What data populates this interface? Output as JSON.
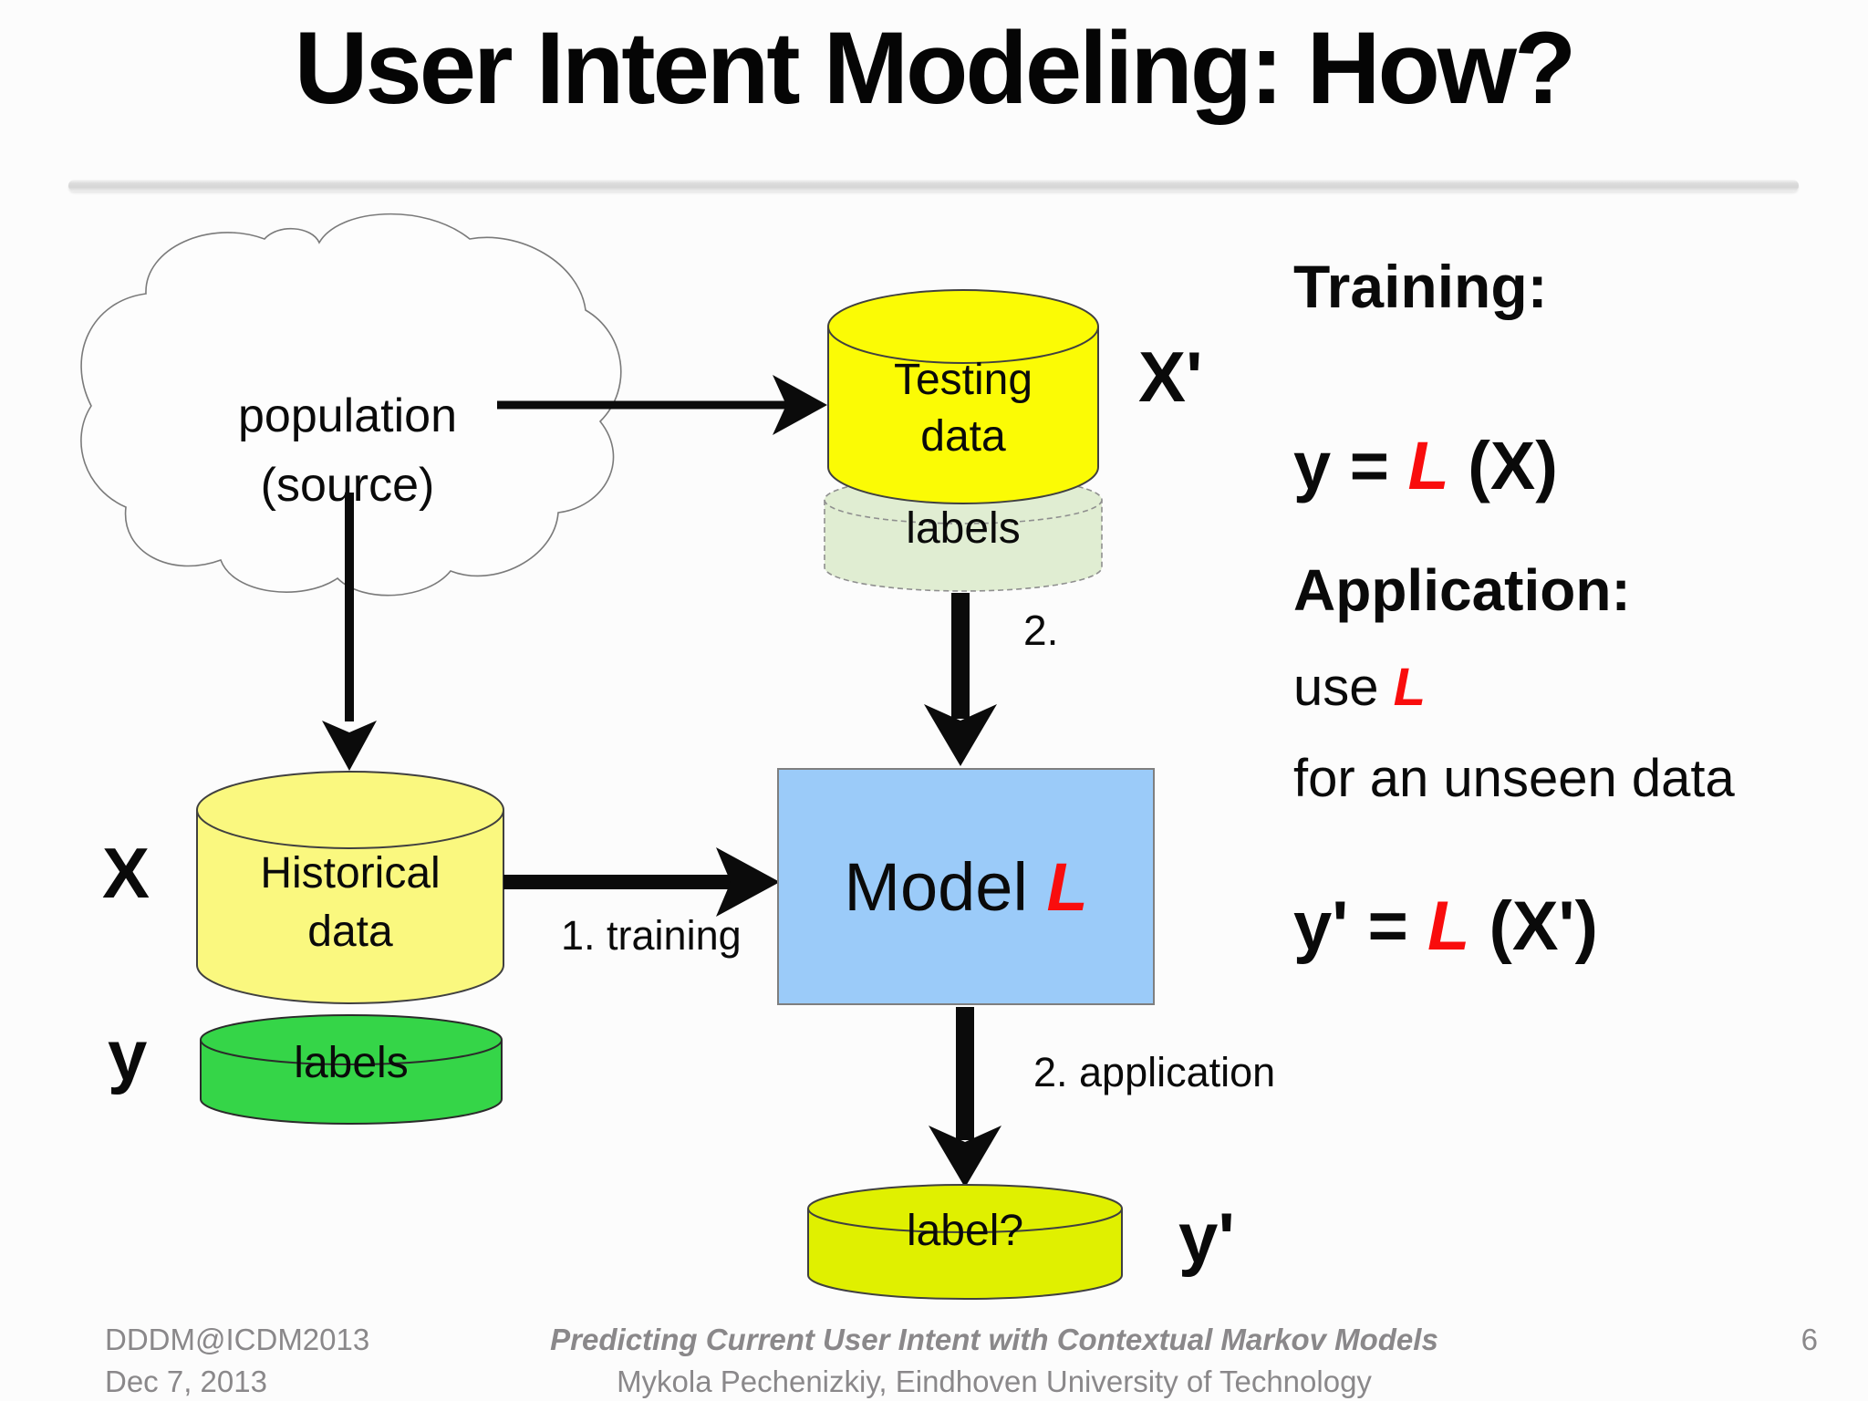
{
  "slide": {
    "title": "User Intent Modeling: How?"
  },
  "diagram": {
    "cloud_line1": "population",
    "cloud_line2": "(source)",
    "testing_line1": "Testing",
    "testing_line2": "data",
    "testing_labels": "labels",
    "historical_line1": "Historical",
    "historical_line2": "data",
    "historical_labels": "labels",
    "model_prefix": "Model ",
    "model_symbol": "L",
    "output_label": "label?",
    "mark_x_prime": "X'",
    "mark_x": "X",
    "mark_y": "y",
    "mark_y_prime": "y'",
    "step_training": "1. training",
    "step_two": "2.",
    "step_application": "2. application"
  },
  "panel": {
    "training_heading": "Training:",
    "training_eq_lhs": "y = ",
    "training_eq_l": "L",
    "training_eq_rhs": " (X)",
    "application_heading": "Application:",
    "use_prefix": "use ",
    "use_l": "L",
    "unseen_text": "for an unseen data",
    "application_eq_lhs": "y' = ",
    "application_eq_l": "L",
    "application_eq_rhs": " (X')"
  },
  "footer": {
    "left_line1": "DDDM@ICDM2013",
    "left_line2": "Dec 7, 2013",
    "center_line1": "Predicting Current User Intent with Contextual Markov Models",
    "center_line2": "Mykola Pechenizkiy, Eindhoven University of Technology",
    "page_number": "6"
  },
  "colors": {
    "testing_fill": "#FBFB05",
    "testing_labels_fill": "#E0EDD2",
    "historical_fill": "#FAF87F",
    "historical_labels_fill": "#35D548",
    "model_fill": "#9BCBF9",
    "output_fill": "#E0F000",
    "accent_red": "#F90D0D",
    "footer_gray": "#8A888A",
    "arrow_black": "#0B0B0B"
  }
}
